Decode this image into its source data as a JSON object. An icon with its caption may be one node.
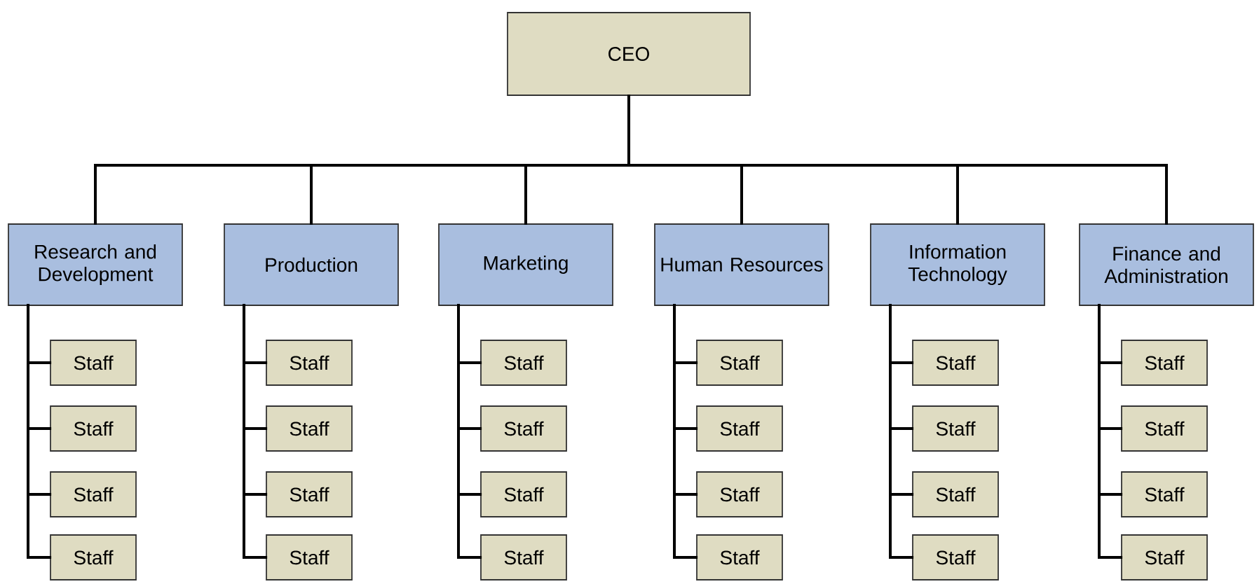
{
  "diagram": {
    "nodes": [
      {
        "text": [
          "CEO"
        ]
      },
      {
        "text": [
          "Research and Development"
        ]
      },
      {
        "text": [
          "Production"
        ]
      },
      {
        "text": [
          "Marketing"
        ]
      },
      {
        "text": [
          "Human Resources"
        ]
      },
      {
        "text": [
          "Information Technology"
        ]
      },
      {
        "text": [
          "Finance and Administration"
        ]
      },
      {
        "text": [
          "Staff"
        ]
      },
      {
        "text": [
          "Staff"
        ]
      },
      {
        "text": [
          "Staff"
        ]
      },
      {
        "text": [
          "Staff"
        ]
      },
      {
        "text": [
          "Staff"
        ]
      },
      {
        "text": [
          "Staff"
        ]
      },
      {
        "text": [
          "Staff"
        ]
      },
      {
        "text": [
          "Staff"
        ]
      },
      {
        "text": [
          "Staff"
        ]
      },
      {
        "text": [
          "Staff"
        ]
      },
      {
        "text": [
          "Staff"
        ]
      },
      {
        "text": [
          "Staff"
        ]
      },
      {
        "text": [
          "Staff"
        ]
      },
      {
        "text": [
          "Staff"
        ]
      },
      {
        "text": [
          "Staff"
        ]
      },
      {
        "text": [
          "Staff"
        ]
      },
      {
        "text": [
          "Staff"
        ]
      },
      {
        "text": [
          "Staff"
        ]
      },
      {
        "text": [
          "Staff"
        ]
      },
      {
        "text": [
          "Staff"
        ]
      },
      {
        "text": [
          "Staff"
        ]
      },
      {
        "text": [
          "Staff"
        ]
      },
      {
        "text": [
          "Staff"
        ]
      },
      {
        "text": [
          "Staff"
        ]
      }
    ],
    "edges": [
      {
        "from": 0,
        "to": 1,
        "arrow": "none"
      },
      {
        "from": 0,
        "to": 2,
        "arrow": "none"
      },
      {
        "from": 0,
        "to": 3,
        "arrow": "none"
      },
      {
        "from": 0,
        "to": 4,
        "arrow": "none"
      },
      {
        "from": 0,
        "to": 5,
        "arrow": "none"
      },
      {
        "from": 0,
        "to": 6,
        "arrow": "none"
      },
      {
        "from": 1,
        "to": 7,
        "arrow": "none"
      },
      {
        "from": 1,
        "to": 8,
        "arrow": "none"
      },
      {
        "from": 1,
        "to": 9,
        "arrow": "none"
      },
      {
        "from": 1,
        "to": 10,
        "arrow": "none"
      },
      {
        "from": 2,
        "to": 11,
        "arrow": "none"
      },
      {
        "from": 2,
        "to": 12,
        "arrow": "none"
      },
      {
        "from": 2,
        "to": 13,
        "arrow": "none"
      },
      {
        "from": 2,
        "to": 14,
        "arrow": "none"
      },
      {
        "from": 3,
        "to": 15,
        "arrow": "none"
      },
      {
        "from": 3,
        "to": 16,
        "arrow": "none"
      },
      {
        "from": 3,
        "to": 17,
        "arrow": "none"
      },
      {
        "from": 3,
        "to": 18,
        "arrow": "none"
      },
      {
        "from": 4,
        "to": 19,
        "arrow": "none"
      },
      {
        "from": 4,
        "to": 20,
        "arrow": "none"
      },
      {
        "from": 4,
        "to": 21,
        "arrow": "none"
      },
      {
        "from": 4,
        "to": 22,
        "arrow": "none"
      },
      {
        "from": 5,
        "to": 23,
        "arrow": "none"
      },
      {
        "from": 5,
        "to": 24,
        "arrow": "none"
      },
      {
        "from": 5,
        "to": 25,
        "arrow": "none"
      },
      {
        "from": 5,
        "to": 26,
        "arrow": "none"
      },
      {
        "from": 6,
        "to": 27,
        "arrow": "none"
      },
      {
        "from": 6,
        "to": 28,
        "arrow": "none"
      },
      {
        "from": 6,
        "to": 29,
        "arrow": "none"
      },
      {
        "from": 6,
        "to": 30,
        "arrow": "none"
      }
    ]
  }
}
